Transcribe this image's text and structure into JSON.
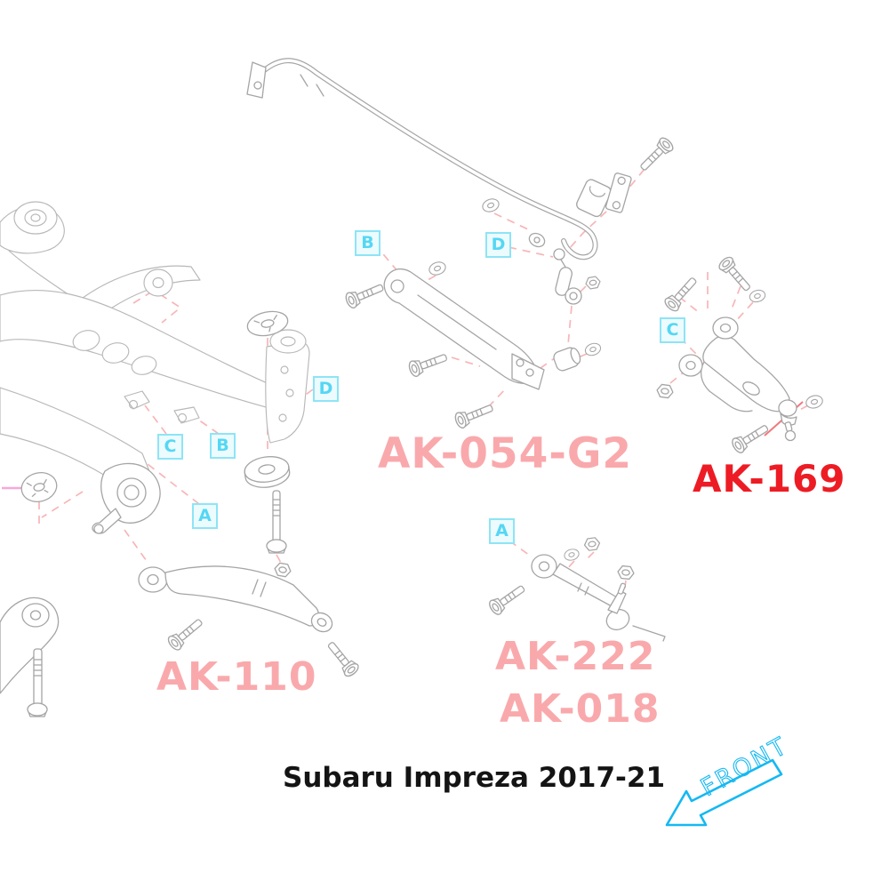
{
  "title": {
    "text": "Subaru Impreza 2017-21"
  },
  "part_labels": {
    "ak054": {
      "text": "AK-054-G2",
      "color": "#f9a9ac",
      "highlighted": false
    },
    "ak169": {
      "text": "AK-169",
      "color": "#ed1c24",
      "highlighted": true
    },
    "ak110": {
      "text": "AK-110",
      "color": "#f9a9ac",
      "highlighted": false
    },
    "ak222": {
      "text": "AK-222",
      "color": "#f9a9ac",
      "highlighted": false
    },
    "ak018": {
      "text": "AK-018",
      "color": "#f9a9ac",
      "highlighted": false
    }
  },
  "callouts": [
    {
      "letter": "B",
      "location": "above-lateral-arm"
    },
    {
      "letter": "D",
      "location": "below-sway-bar"
    },
    {
      "letter": "D",
      "location": "subframe-right-bracket"
    },
    {
      "letter": "C",
      "location": "upper-control-arm"
    },
    {
      "letter": "C",
      "location": "subframe-center-left"
    },
    {
      "letter": "B",
      "location": "subframe-center"
    },
    {
      "letter": "A",
      "location": "subframe-lower"
    },
    {
      "letter": "A",
      "location": "toe-arm"
    }
  ],
  "front_indicator": {
    "text": "FRONT",
    "color": "#15b8f2"
  },
  "colors": {
    "label_pink": "#f9a9ac",
    "label_red": "#ed1c24",
    "callout_border": "#8ee4f6",
    "callout_fill": "#ecfbfe",
    "callout_letter": "#55d7f4",
    "leader_dash": "#f7b6b8",
    "drawing_line": "#a5a5a5",
    "front_cyan": "#15b8f2",
    "background": "#ffffff"
  }
}
